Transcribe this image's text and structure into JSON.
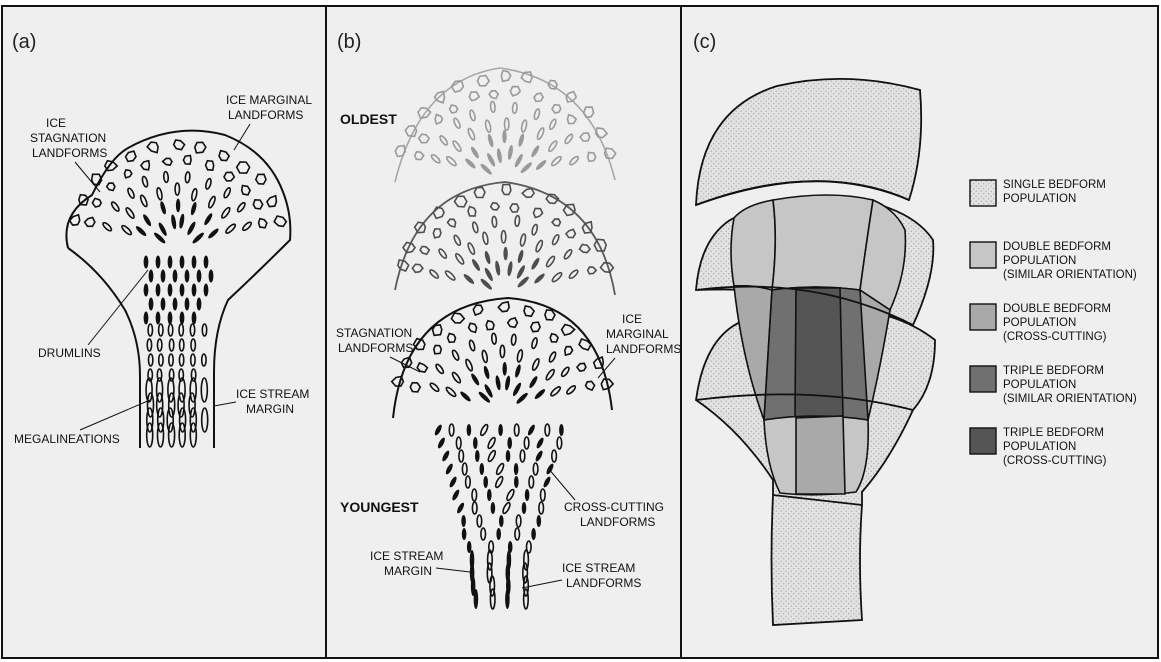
{
  "colors": {
    "background": "#ffffff",
    "panel_fill": "#efefef",
    "ink": "#111111",
    "faded_ink": "#a8a8a8",
    "zone_single": "#dcdcdc",
    "zone_double_similar": "#c6c6c6",
    "zone_double_cross": "#a9a9a9",
    "zone_triple_similar": "#707070",
    "zone_triple_cross": "#555555"
  },
  "panels": {
    "a": {
      "letter": "(a)",
      "labels": {
        "ice_marginal_1": "ICE MARGINAL",
        "ice_marginal_2": "LANDFORMS",
        "ice_1": "ICE",
        "stagnation_1": "STAGNATION",
        "stagnation_2": "LANDFORMS",
        "drumlins": "DRUMLINS",
        "ice_stream_1": "ICE STREAM",
        "ice_stream_2": "MARGIN",
        "megalineations": "MEGALINEATIONS"
      }
    },
    "b": {
      "letter": "(b)",
      "labels": {
        "oldest": "OLDEST",
        "youngest": "YOUNGEST",
        "stagnation_1": "STAGNATION",
        "stagnation_2": "LANDFORMS",
        "ice_1": "ICE",
        "marginal_1": "MARGINAL",
        "marginal_2": "LANDFORMS",
        "cross_1": "CROSS-CUTTING",
        "cross_2": "LANDFORMS",
        "margin_1": "ICE STREAM",
        "margin_2": "MARGIN",
        "landforms_1": "ICE STREAM",
        "landforms_2": "LANDFORMS"
      }
    },
    "c": {
      "letter": "(c)",
      "legend": [
        {
          "lines": [
            "SINGLE BEDFORM",
            "POPULATION"
          ],
          "color": "#dcdcdc",
          "icon": "dotted-swatch-icon"
        },
        {
          "lines": [
            "DOUBLE BEDFORM",
            "POPULATION",
            "(SIMILAR ORIENTATION)"
          ],
          "color": "#c6c6c6",
          "icon": "light-swatch-icon"
        },
        {
          "lines": [
            "DOUBLE BEDFORM",
            "POPULATION",
            "(CROSS-CUTTING)"
          ],
          "color": "#a9a9a9",
          "icon": "medium-swatch-icon"
        },
        {
          "lines": [
            "TRIPLE BEDFORM",
            "POPULATION",
            "(SIMILAR ORIENTATION)"
          ],
          "color": "#707070",
          "icon": "dark-swatch-icon"
        },
        {
          "lines": [
            "TRIPLE BEDFORM",
            "POPULATION",
            "(CROSS-CUTTING)"
          ],
          "color": "#555555",
          "icon": "darkest-swatch-icon"
        }
      ]
    }
  }
}
